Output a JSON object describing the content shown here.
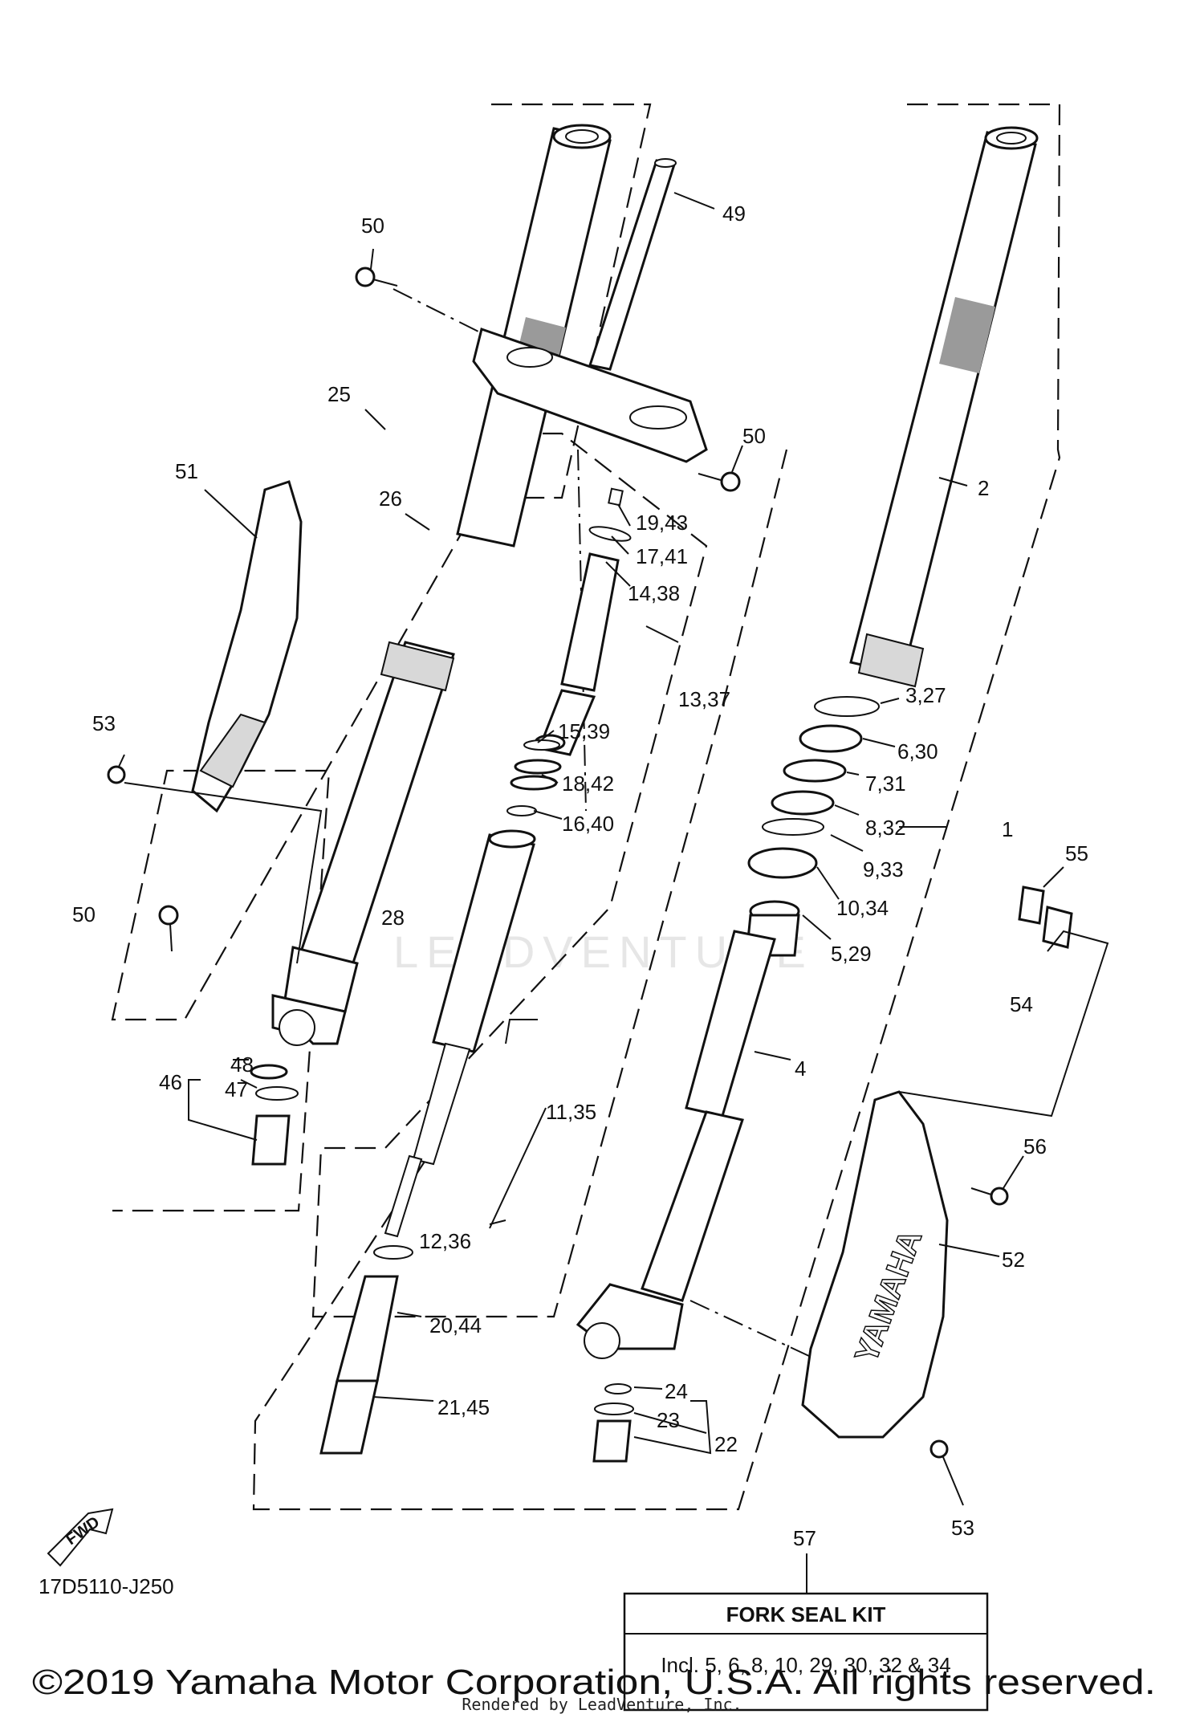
{
  "diagram": {
    "part_labels": [
      {
        "id": "l49",
        "text": "49"
      },
      {
        "id": "l50a",
        "text": "50"
      },
      {
        "id": "l50b",
        "text": "50"
      },
      {
        "id": "l50c",
        "text": "50"
      },
      {
        "id": "l25",
        "text": "25"
      },
      {
        "id": "l26",
        "text": "26"
      },
      {
        "id": "l51",
        "text": "51"
      },
      {
        "id": "l53a",
        "text": "53"
      },
      {
        "id": "l53b",
        "text": "53"
      },
      {
        "id": "l28",
        "text": "28"
      },
      {
        "id": "l48",
        "text": "48"
      },
      {
        "id": "l47",
        "text": "47"
      },
      {
        "id": "l46",
        "text": "46"
      },
      {
        "id": "l2",
        "text": "2"
      },
      {
        "id": "l1943",
        "text": "19,43"
      },
      {
        "id": "l1741",
        "text": "17,41"
      },
      {
        "id": "l1438",
        "text": "14,38"
      },
      {
        "id": "l1337",
        "text": "13,37"
      },
      {
        "id": "l1539",
        "text": "15,39"
      },
      {
        "id": "l1842",
        "text": "18,42"
      },
      {
        "id": "l1640",
        "text": "16,40"
      },
      {
        "id": "l327",
        "text": "3,27"
      },
      {
        "id": "l630",
        "text": "6,30"
      },
      {
        "id": "l731",
        "text": "7,31"
      },
      {
        "id": "l832",
        "text": "8,32"
      },
      {
        "id": "l1",
        "text": "1"
      },
      {
        "id": "l933",
        "text": "9,33"
      },
      {
        "id": "l1034",
        "text": "10,34"
      },
      {
        "id": "l529",
        "text": "5,29"
      },
      {
        "id": "l55",
        "text": "55"
      },
      {
        "id": "l54",
        "text": "54"
      },
      {
        "id": "l4",
        "text": "4"
      },
      {
        "id": "l1135",
        "text": "11,35"
      },
      {
        "id": "l1236",
        "text": "12,36"
      },
      {
        "id": "l2044",
        "text": "20,44"
      },
      {
        "id": "l2145",
        "text": "21,45"
      },
      {
        "id": "l56",
        "text": "56"
      },
      {
        "id": "l52",
        "text": "52"
      },
      {
        "id": "l24",
        "text": "24"
      },
      {
        "id": "l23",
        "text": "23"
      },
      {
        "id": "l22",
        "text": "22"
      },
      {
        "id": "l57",
        "text": "57"
      }
    ],
    "diagram_code": "17D5110-J250",
    "fwd_arrow_text": "FWD",
    "fender_brand": "YAMAHA",
    "watermark": "LEADVENTURE"
  },
  "kit": {
    "title": "FORK SEAL KIT",
    "body": "Incl. 5, 6, 8, 10, 29, 30, 32 & 34"
  },
  "footer": {
    "copyright": "©2019 Yamaha Motor Corporation, U.S.A. All rights reserved.",
    "rendered_by": "Rendered by LeadVenture, Inc."
  }
}
